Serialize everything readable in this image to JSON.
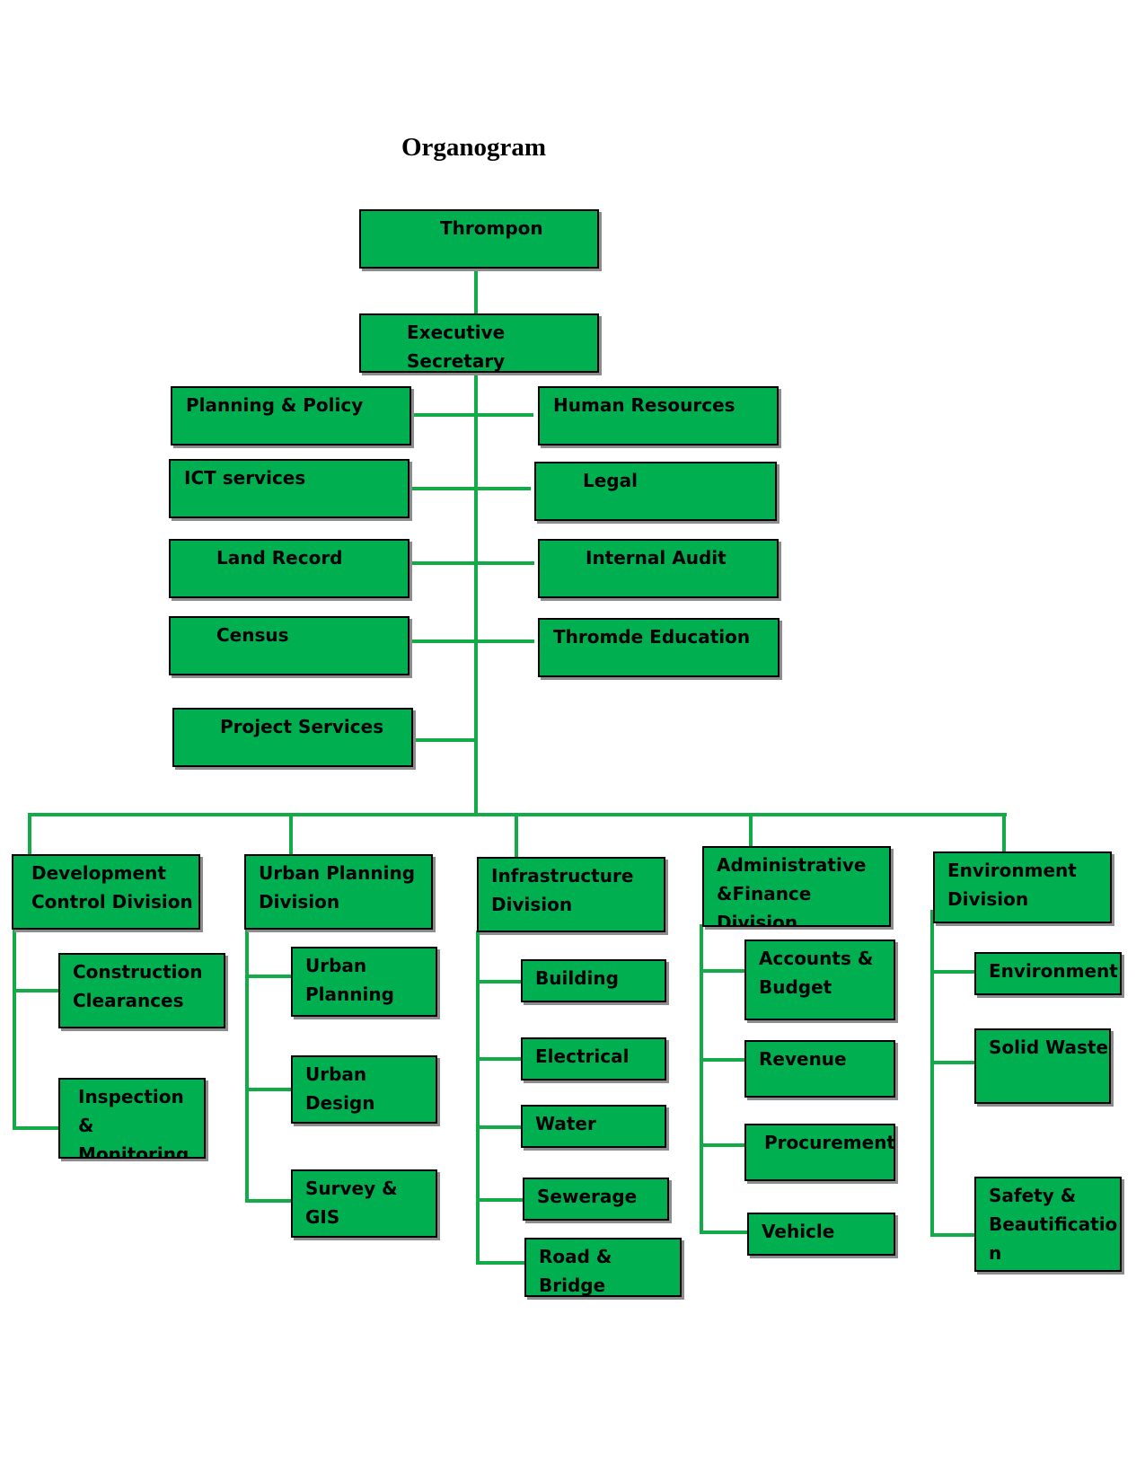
{
  "title": "Organogram",
  "nodes": {
    "thrompon": "Thrompon",
    "executive_secretary": "Executive Secretary",
    "planning_policy": "Planning & Policy",
    "human_resources": "Human Resources",
    "ict_services": "ICT services",
    "legal": "Legal",
    "land_record": "Land Record",
    "internal_audit": "Internal Audit",
    "census": "Census",
    "thromde_education": "Thromde Education",
    "project_services": "Project Services"
  },
  "divisions": [
    {
      "label": "Development\nControl Division",
      "units": [
        "Construction\nClearances",
        "Inspection &\nMonitoring"
      ]
    },
    {
      "label": "Urban Planning\nDivision",
      "units": [
        "Urban\nPlanning",
        "Urban Design",
        "Survey & GIS"
      ]
    },
    {
      "label": "Infrastructure\nDivision",
      "units": [
        "Building",
        "Electrical",
        "Water",
        "Sewerage",
        "Road & Bridge"
      ]
    },
    {
      "label": "Administrative\n&Finance Division",
      "units": [
        "Accounts &\nBudget",
        "Revenue",
        "Procurement",
        "Vehicle"
      ]
    },
    {
      "label": "Environment\nDivision",
      "units": [
        "Environment",
        "Solid Waste",
        "Safety &\nBeautificatio\nn"
      ]
    }
  ],
  "colors": {
    "box_fill": "#00b050",
    "connector": "#12ab48",
    "border": "#000000"
  }
}
